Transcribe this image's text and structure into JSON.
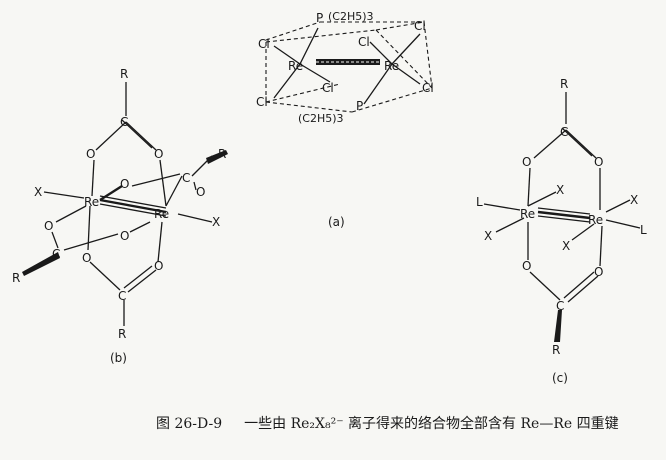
{
  "panels": {
    "a": {
      "label": "(a)",
      "atoms": {
        "re": "Re",
        "cl": "Cl",
        "p": "P"
      },
      "ligand_top": "(C2H5)3",
      "ligand_bottom": "(C2H5)3"
    },
    "b": {
      "label": "(b)",
      "atoms": {
        "re": "Re",
        "c": "C",
        "o": "O",
        "x": "X",
        "r": "R"
      }
    },
    "c": {
      "label": "(c)",
      "atoms": {
        "re": "Re",
        "c": "C",
        "o": "O",
        "x": "X",
        "l": "L",
        "r": "R"
      }
    }
  },
  "caption": {
    "figure_number": "图 26-D-9",
    "text": "一些由 Re₂X₈²⁻ 离子得来的络合物全部含有 Re—Re 四重键"
  }
}
